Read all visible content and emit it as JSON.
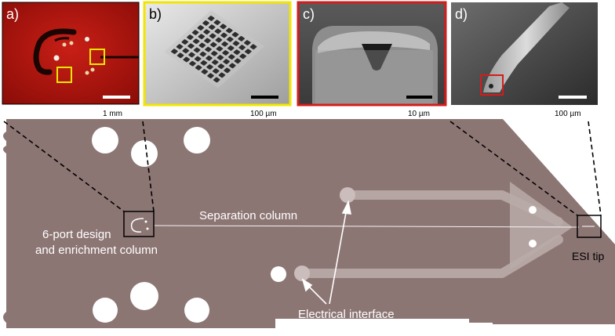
{
  "panels": [
    {
      "label": "a)",
      "scale": "1 mm",
      "frame_color": "#000000",
      "image": "red-chip-micrograph"
    },
    {
      "label": "b)",
      "scale": "100 µm",
      "frame_color": "#f2e600",
      "image": "pillar-array-sem"
    },
    {
      "label": "c)",
      "scale": "10 µm",
      "frame_color": "#d41c1c",
      "image": "channel-cross-section-sem"
    },
    {
      "label": "d)",
      "scale": "100 µm",
      "frame_color": "#000000",
      "image": "esi-tip-sem"
    }
  ],
  "chip": {
    "body_color": "#8c7674",
    "labels": {
      "separation": "Separation column",
      "port_design_line1": "6-port design",
      "port_design_line2": "and enrichment column",
      "electrical": "Electrical interface",
      "esi": "ESI tip"
    }
  },
  "colors": {
    "yellow_box": "#f2e600",
    "red_box": "#d41c1c",
    "channel": "#b7a9a7"
  }
}
